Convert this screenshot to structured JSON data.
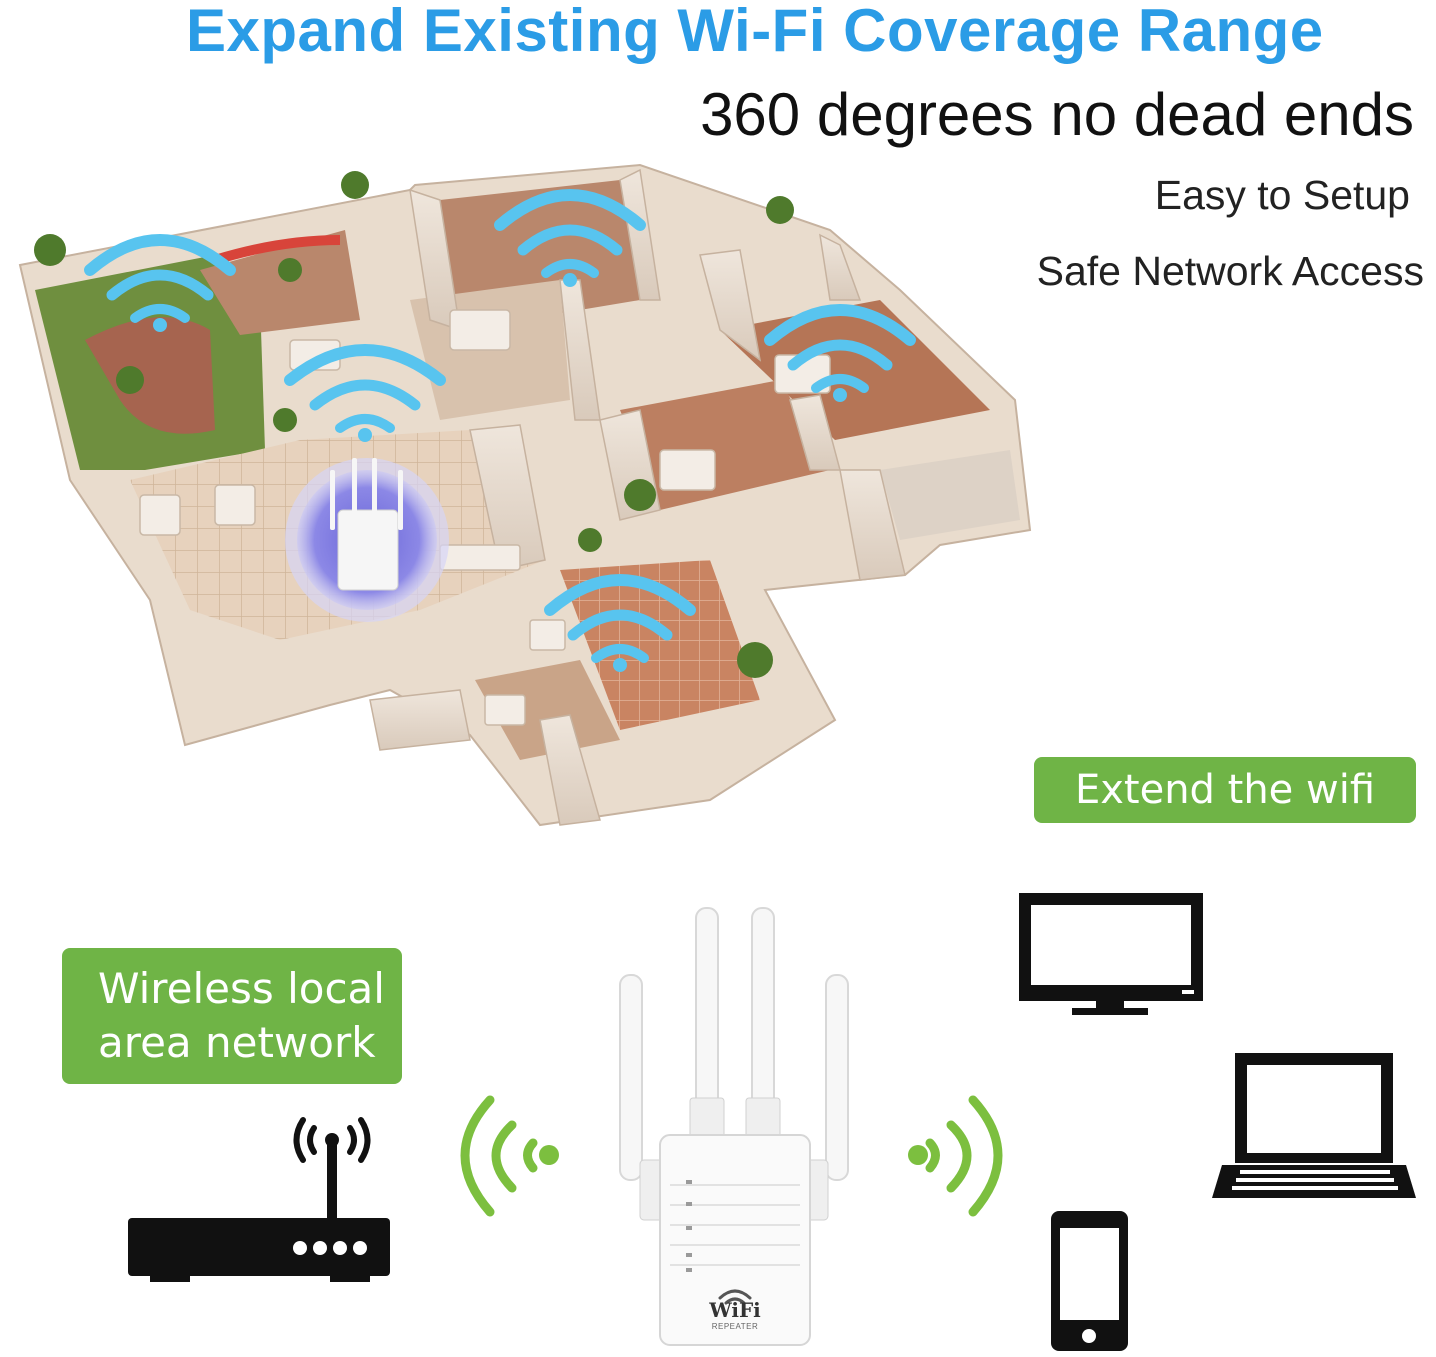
{
  "header": {
    "headline": "Expand Existing Wi-Fi Coverage Range",
    "subheadline": "360 degrees no dead ends",
    "features": [
      "Easy to Setup",
      "Safe Network Access"
    ]
  },
  "badges": {
    "extend": "Extend the wifi",
    "wlan_line1": "Wireless local",
    "wlan_line2": "area network"
  },
  "device_label": {
    "brand": "WiFi",
    "model": "REPEATER"
  },
  "colors": {
    "headline_blue": "#2b9ce6",
    "badge_green": "#6fb446",
    "signal_green": "#7cbf3f",
    "wifi_blue": "#4fc3f0"
  },
  "icons": [
    "house-floorplan-illustration",
    "wifi-signal-icon",
    "router-icon",
    "repeater-device",
    "monitor-icon",
    "laptop-icon",
    "smartphone-icon"
  ]
}
